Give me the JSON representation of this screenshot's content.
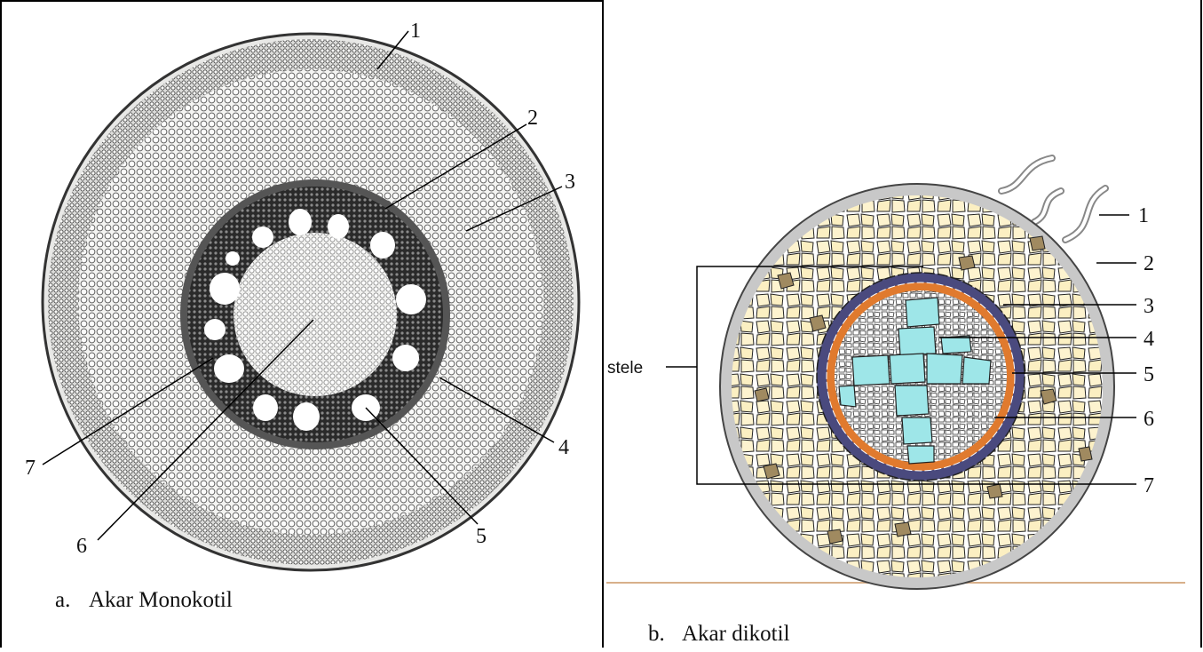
{
  "panels": [
    {
      "id": "a",
      "caption_letter": "a.",
      "caption_text": "Akar Monokotil",
      "labels": [
        "1",
        "2",
        "3",
        "4",
        "5",
        "6",
        "7"
      ]
    },
    {
      "id": "b",
      "caption_letter": "b.",
      "caption_text": "Akar dikotil",
      "labels": [
        "1",
        "2",
        "3",
        "4",
        "5",
        "6",
        "7"
      ],
      "bracket_label": "stele"
    }
  ],
  "colors": {
    "border": "#000000",
    "divider": "#d8b08a",
    "mono_ring_dark": "#1a1a1a",
    "dicot_epidermis": "#c8c8c8",
    "dicot_cortex": "#fdf3cf",
    "dicot_endodermis": "#4a4a7e",
    "dicot_pericycle": "#e07a2e",
    "dicot_xylem": "#9ee6e8",
    "dicot_brown": "#a08a60"
  }
}
